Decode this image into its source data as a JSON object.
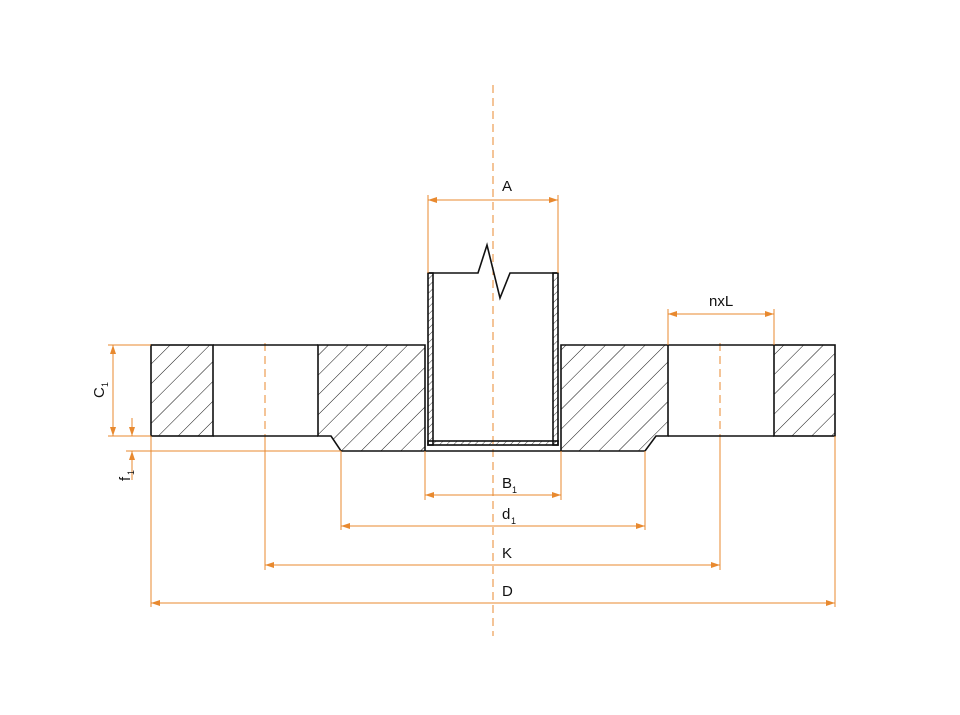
{
  "colors": {
    "outline": "#111111",
    "dimension": "#e8892f",
    "centerline": "#e8892f",
    "background": "#ffffff"
  },
  "labels": {
    "A": "A",
    "nxL": "nxL",
    "C": "C",
    "C_sub": "1",
    "f": "f",
    "f_sub": "1",
    "B": "B",
    "B_sub": "1",
    "d": "d",
    "d_sub": "1",
    "K": "K",
    "D": "D"
  }
}
